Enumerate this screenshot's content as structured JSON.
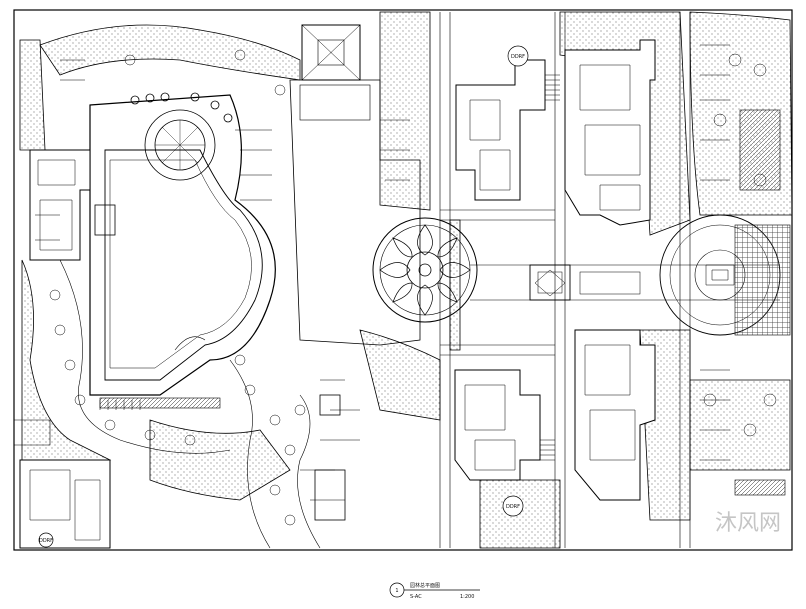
{
  "drawing": {
    "villa_tags": [
      "DDRF",
      "DDRF",
      "DDRF"
    ],
    "title_block": {
      "number": "1",
      "title": "园林总平面图",
      "sheet_ref": "S-AC",
      "scale": "1:200"
    },
    "watermark": "沐风网"
  }
}
